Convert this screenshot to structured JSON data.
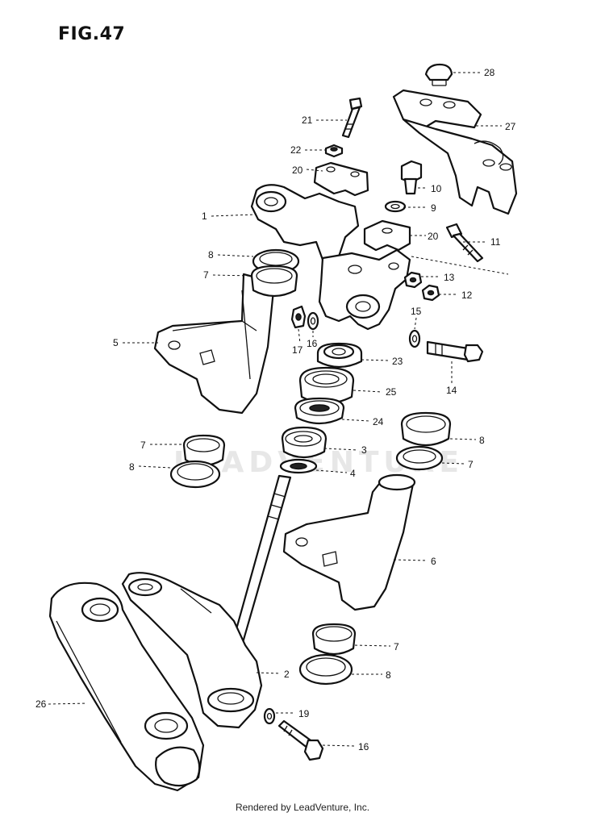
{
  "figure": {
    "title": "FIG.47",
    "watermark": "LEADVENTURE",
    "footer": "Rendered by LeadVenture, Inc."
  },
  "callouts": [
    {
      "id": "c28",
      "text": "28"
    },
    {
      "id": "c27",
      "text": "27"
    },
    {
      "id": "c21",
      "text": "21"
    },
    {
      "id": "c22",
      "text": "22"
    },
    {
      "id": "c20a",
      "text": "20"
    },
    {
      "id": "c10",
      "text": "10"
    },
    {
      "id": "c9",
      "text": "9"
    },
    {
      "id": "c1",
      "text": "1"
    },
    {
      "id": "c20b",
      "text": "20"
    },
    {
      "id": "c11",
      "text": "11"
    },
    {
      "id": "c8a",
      "text": "8"
    },
    {
      "id": "c7a",
      "text": "7"
    },
    {
      "id": "c13",
      "text": "13"
    },
    {
      "id": "c12",
      "text": "12"
    },
    {
      "id": "c15",
      "text": "15"
    },
    {
      "id": "c5",
      "text": "5"
    },
    {
      "id": "c17",
      "text": "17"
    },
    {
      "id": "c16a",
      "text": "16"
    },
    {
      "id": "c23",
      "text": "23"
    },
    {
      "id": "c14",
      "text": "14"
    },
    {
      "id": "c25",
      "text": "25"
    },
    {
      "id": "c24",
      "text": "24"
    },
    {
      "id": "c8b",
      "text": "8"
    },
    {
      "id": "c7b",
      "text": "7"
    },
    {
      "id": "c3",
      "text": "3"
    },
    {
      "id": "c7c",
      "text": "7"
    },
    {
      "id": "c8c",
      "text": "8"
    },
    {
      "id": "c4",
      "text": "4"
    },
    {
      "id": "c6",
      "text": "6"
    },
    {
      "id": "c7d",
      "text": "7"
    },
    {
      "id": "c2",
      "text": "2"
    },
    {
      "id": "c8d",
      "text": "8"
    },
    {
      "id": "c26",
      "text": "26"
    },
    {
      "id": "c19",
      "text": "19"
    },
    {
      "id": "c16b",
      "text": "16"
    }
  ]
}
